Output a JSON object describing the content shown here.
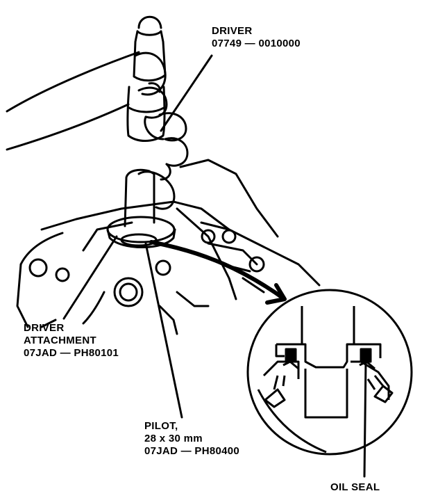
{
  "labels": {
    "driver": {
      "line1": "DRIVER",
      "line2": "07749 — 0010000"
    },
    "driver_attachment": {
      "line1": "DRIVER",
      "line2": "ATTACHMENT",
      "line3": "07JAD — PH80101"
    },
    "pilot": {
      "line1": "PILOT,",
      "line2": "28 x 30 mm",
      "line3": "07JAD — PH80400"
    },
    "oil_seal": {
      "line1": "OIL SEAL"
    }
  },
  "colors": {
    "ink": "#000000",
    "paper": "#ffffff"
  }
}
